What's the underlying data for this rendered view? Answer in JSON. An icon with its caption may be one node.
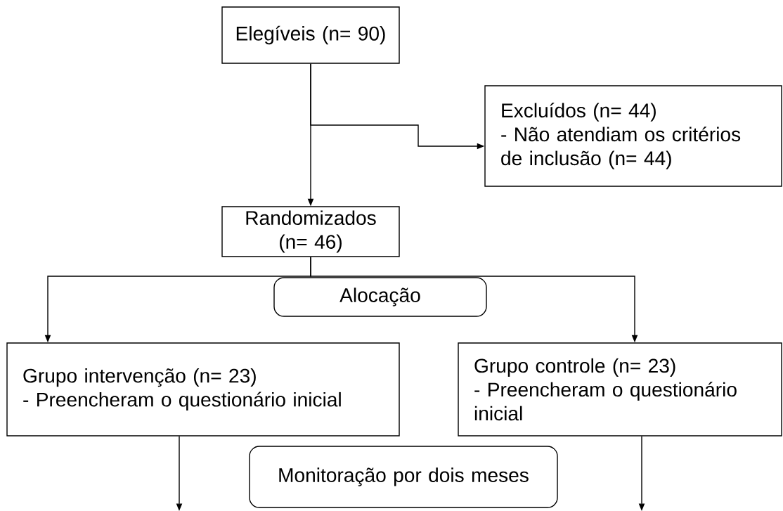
{
  "diagram": {
    "nodes": [
      {
        "text": [
          "Elegíveis (n= 90)"
        ]
      },
      {
        "text": [
          "Excluídos (n= 44)",
          "- Não atendiam os critérios de inclusão (n= 44)"
        ]
      },
      {
        "text": [
          "Randomizados (n= 46)"
        ]
      },
      {
        "text": [
          "Alocação"
        ]
      },
      {
        "text": [
          "Grupo intervenção (n= 23)",
          "- Preencheram o questionário inicial"
        ]
      },
      {
        "text": [
          "Grupo controle (n= 23)",
          "- Preencheram o questionário inicial"
        ]
      },
      {
        "text": [
          "Monitoração por dois meses"
        ]
      }
    ],
    "edges": [
      {
        "from": 0,
        "to": 2,
        "arrow": "to"
      },
      {
        "from": 0,
        "to": 1,
        "arrow": "to"
      },
      {
        "from": 2,
        "to": 4,
        "arrow": "to"
      },
      {
        "from": 2,
        "to": 5,
        "arrow": "to"
      },
      {
        "from": 4,
        "to": null,
        "arrow": "to"
      },
      {
        "from": 5,
        "to": null,
        "arrow": "to"
      }
    ]
  }
}
